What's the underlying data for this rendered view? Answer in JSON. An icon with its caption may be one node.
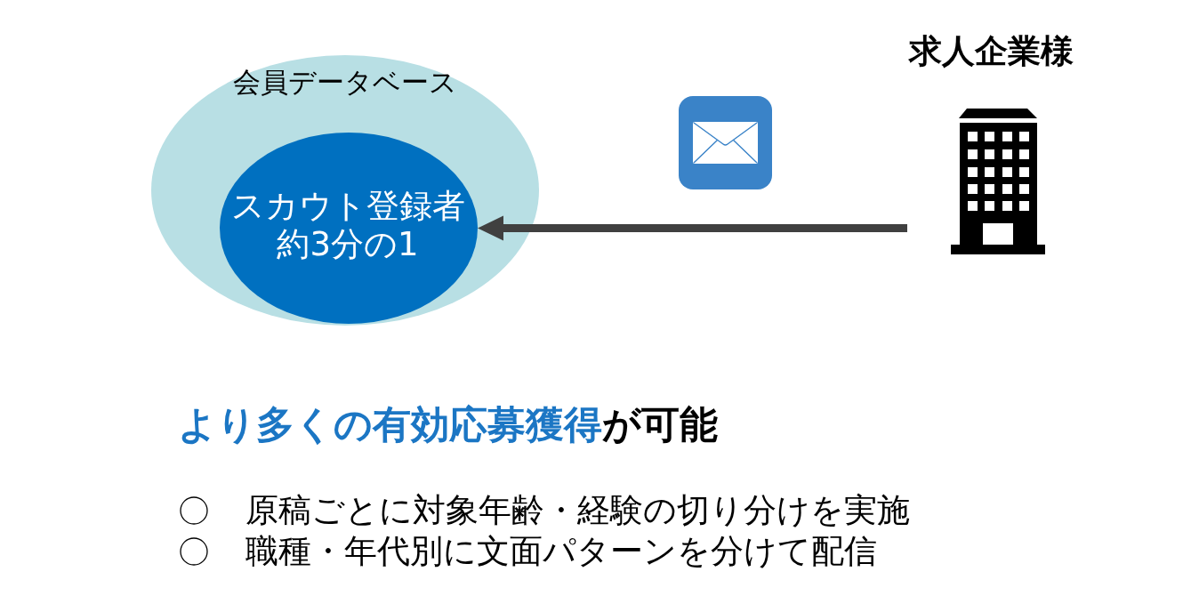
{
  "diagram": {
    "title": "**より多くの有効応募獲得**が可能",
    "nodes": [
      {
        "text": [
          "会員データベース"
        ]
      },
      {
        "text": [
          "スカウト登録者",
          "約3分の1"
        ],
        "in": 0
      },
      {
        "text": [],
        "shape": "picture",
        "beside": [
          "求人企業様"
        ]
      }
    ],
    "edges": [
      {
        "from": 2,
        "to": 1,
        "arrow": "to"
      }
    ],
    "labels": [
      "原稿ごとに対象年齢・経験の切り分けを実施",
      "職種・年代別に文面パターンを分けて配信"
    ]
  }
}
